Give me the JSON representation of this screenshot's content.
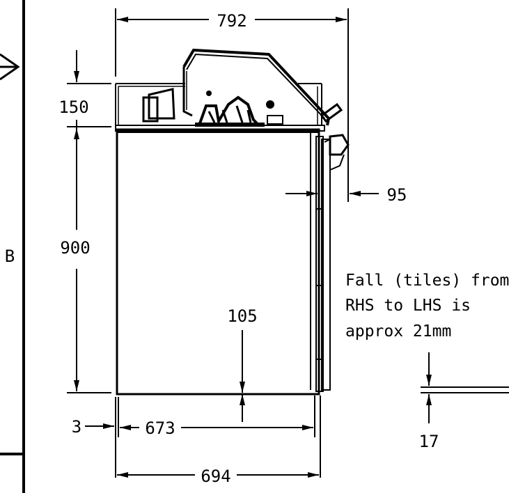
{
  "dimensions": {
    "overall_width": "792",
    "top_section_height": "150",
    "cabinet_height": "900",
    "left_label": "B",
    "handle_projection": "95",
    "base_clearance": "105",
    "side_gap": "3",
    "inner_width": "673",
    "cabinet_width": "694",
    "floor_fall": "17"
  },
  "note": {
    "line1": "Fall (tiles) from",
    "line2": "RHS to LHS is",
    "line3": "approx 21mm"
  }
}
